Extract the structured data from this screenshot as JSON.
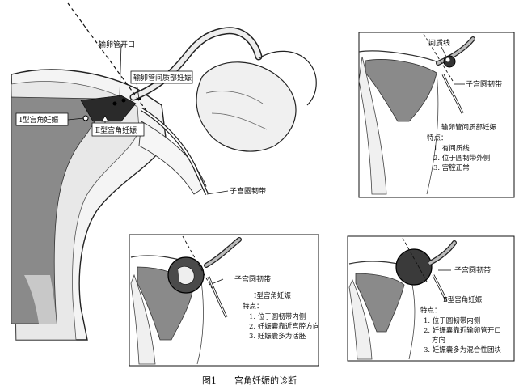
{
  "figure": {
    "caption_number": "图1",
    "caption_title": "宫角妊娠的诊断"
  },
  "main": {
    "tube_opening": "输卵管开口",
    "interstitial_pregnancy": "输卵管间质部妊娠",
    "type1": "Ⅰ型宫角妊娠",
    "type2": "Ⅱ型宫角妊娠",
    "round_ligament": "子宫圆韧带"
  },
  "inset_interstitial": {
    "interstitial_line": "间质线",
    "round_ligament": "子宫圆韧带",
    "title": "输卵管间质部妊娠",
    "features_title": "特点：",
    "features": [
      "1. 有间质线",
      "2. 位于圆韧带外侧",
      "3. 宫腔正常"
    ]
  },
  "inset_type1": {
    "round_ligament": "子宫圆韧带",
    "title": "Ⅰ型宫角妊娠",
    "features_title": "特点：",
    "features": [
      "1. 位于圆韧带内侧",
      "2. 妊娠囊靠近宫腔方向",
      "3. 妊娠囊多为活胚"
    ]
  },
  "inset_type2": {
    "round_ligament": "子宫圆韧带",
    "title": "Ⅱ型宫角妊娠",
    "features_title": "特点：",
    "features": [
      "1. 位于圆韧带内侧",
      "2. 妊娠囊靠近输卵管开口",
      "方向",
      "3. 妊娠囊多为混合性团块"
    ]
  }
}
